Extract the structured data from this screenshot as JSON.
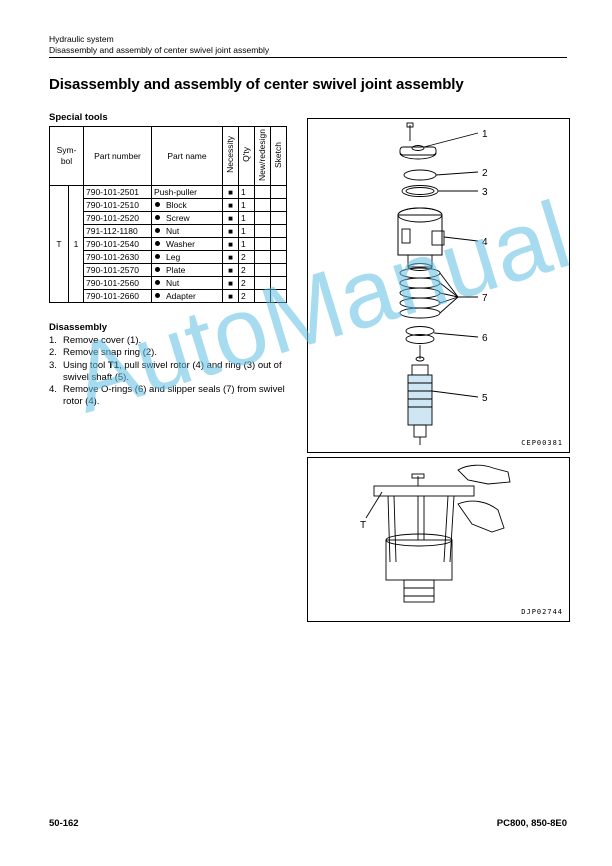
{
  "header": {
    "line1": "Hydraulic system",
    "line2": "Disassembly and assembly of center swivel joint assembly"
  },
  "title": "Disassembly and assembly of center swivel joint assembly",
  "special_tools": {
    "heading": "Special tools",
    "columns": {
      "symbol": "Sym-bol",
      "part_number": "Part number",
      "part_name": "Part name",
      "necessity": "Necessity",
      "qty": "Q'ty",
      "new_redesign": "New/redesign",
      "sketch": "Sketch"
    },
    "symbol": "T",
    "number": "1",
    "rows": [
      {
        "part_number": "790-101-2501",
        "part_name": "Push-puller",
        "bullet": false,
        "necessity": "■",
        "qty": "1"
      },
      {
        "part_number": "790-101-2510",
        "part_name": "Block",
        "bullet": true,
        "necessity": "■",
        "qty": "1"
      },
      {
        "part_number": "790-101-2520",
        "part_name": "Screw",
        "bullet": true,
        "necessity": "■",
        "qty": "1"
      },
      {
        "part_number": "791-112-1180",
        "part_name": "Nut",
        "bullet": true,
        "necessity": "■",
        "qty": "1"
      },
      {
        "part_number": "790-101-2540",
        "part_name": "Washer",
        "bullet": true,
        "necessity": "■",
        "qty": "1"
      },
      {
        "part_number": "790-101-2630",
        "part_name": "Leg",
        "bullet": true,
        "necessity": "■",
        "qty": "2"
      },
      {
        "part_number": "790-101-2570",
        "part_name": "Plate",
        "bullet": true,
        "necessity": "■",
        "qty": "2"
      },
      {
        "part_number": "790-101-2560",
        "part_name": "Nut",
        "bullet": true,
        "necessity": "■",
        "qty": "2"
      },
      {
        "part_number": "790-101-2660",
        "part_name": "Adapter",
        "bullet": true,
        "necessity": "■",
        "qty": "2"
      }
    ]
  },
  "disassembly": {
    "heading": "Disassembly",
    "steps": [
      {
        "num": "1.",
        "text": "Remove cover (1)."
      },
      {
        "num": "2.",
        "text": "Remove snap ring (2)."
      },
      {
        "num": "3.",
        "pre": "Using tool ",
        "bold": "T1",
        "post": ", pull swivel rotor (4) and ring (3) out of swivel shaft (5)."
      },
      {
        "num": "4.",
        "text": "Remove O-rings (6) and slipper seals (7) from swivel rotor (4)."
      }
    ]
  },
  "figure1": {
    "code": "CEP00381",
    "callouts": [
      "1",
      "2",
      "3",
      "4",
      "7",
      "6",
      "5"
    ]
  },
  "figure2": {
    "code": "DJP02744",
    "callout": "T"
  },
  "watermark": "AutoManual",
  "footer": {
    "page": "50-162",
    "model": "PC800, 850-8E0"
  }
}
